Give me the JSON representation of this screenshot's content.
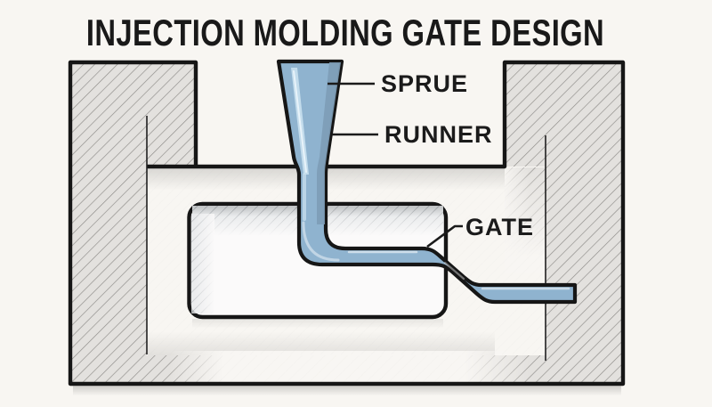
{
  "title": {
    "text": "INJECTION MOLDING GATE DESIGN"
  },
  "labels": {
    "sprue": "SPRUE",
    "runner": "RUNNER",
    "gate": "GATE"
  },
  "colors": {
    "background": "#f8f6f2",
    "melt_blue": "#8fb3cf",
    "melt_highlight": "#d7e9f3",
    "melt_shadow": "#7d9cb6",
    "outline": "#161616",
    "hatch_fill": "#e3e1de",
    "hatch_line": "#8e8c89",
    "label_text": "#1b1b1b"
  }
}
